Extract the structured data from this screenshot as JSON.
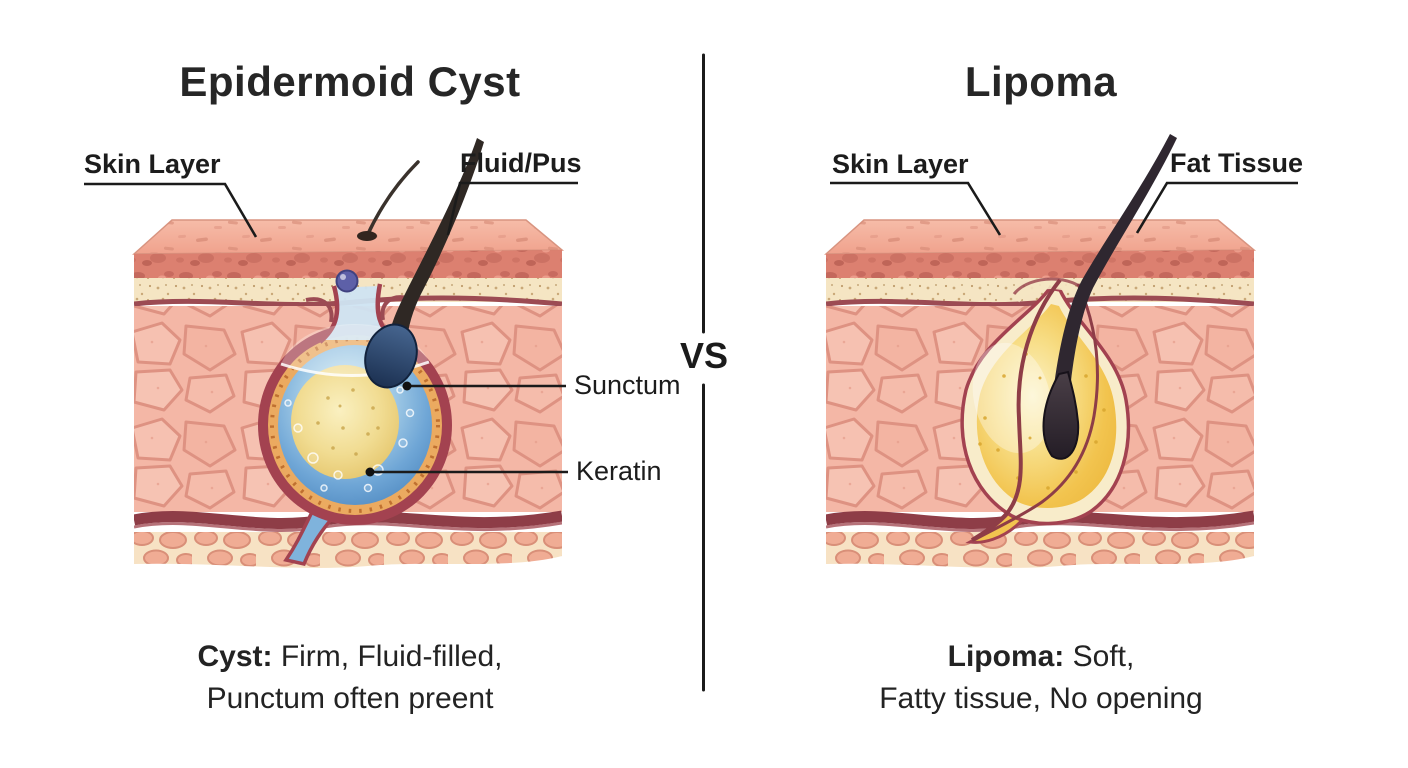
{
  "left": {
    "title": "Epidermoid Cyst",
    "labels": {
      "skin_layer": "Skin Layer",
      "fluid_pus": "Fluid/Pus",
      "punctum": "Sunctum",
      "keratin": "Keratin"
    },
    "caption": {
      "term": "Cyst:",
      "line1_rest": " Firm, Fluid-filled,",
      "line2": "Punctum often preent"
    }
  },
  "right": {
    "title": "Lipoma",
    "labels": {
      "skin_layer": "Skin Layer",
      "fat_tissue": "Fat Tissue"
    },
    "caption": {
      "term": "Lipoma:",
      "line1_rest": " Soft,",
      "line2": "Fatty tissue, No opening"
    }
  },
  "divider": {
    "vs": "VS"
  },
  "colors": {
    "background": "#ffffff",
    "ink": "#1c1c1c",
    "skin_surface": "#F2A893",
    "epidermis": "#DC8070",
    "papillary_cream": "#F5E5C3",
    "dermis": "#F4B7A6",
    "vessel": "#8E3D47",
    "cyst_wall_red": "#A34250",
    "cyst_wall_orange": "#EBAA60",
    "cyst_fluid_blue": "#6FA6D6",
    "keratin_yellow": "#F1DC92",
    "hair": "#2F2824",
    "follicle_bulb": "#2E4A73",
    "lipoma_gold": "#F2C44F",
    "lipoma_capsule": "#F8ECCA",
    "punctum_bead": "#5D60A8"
  }
}
